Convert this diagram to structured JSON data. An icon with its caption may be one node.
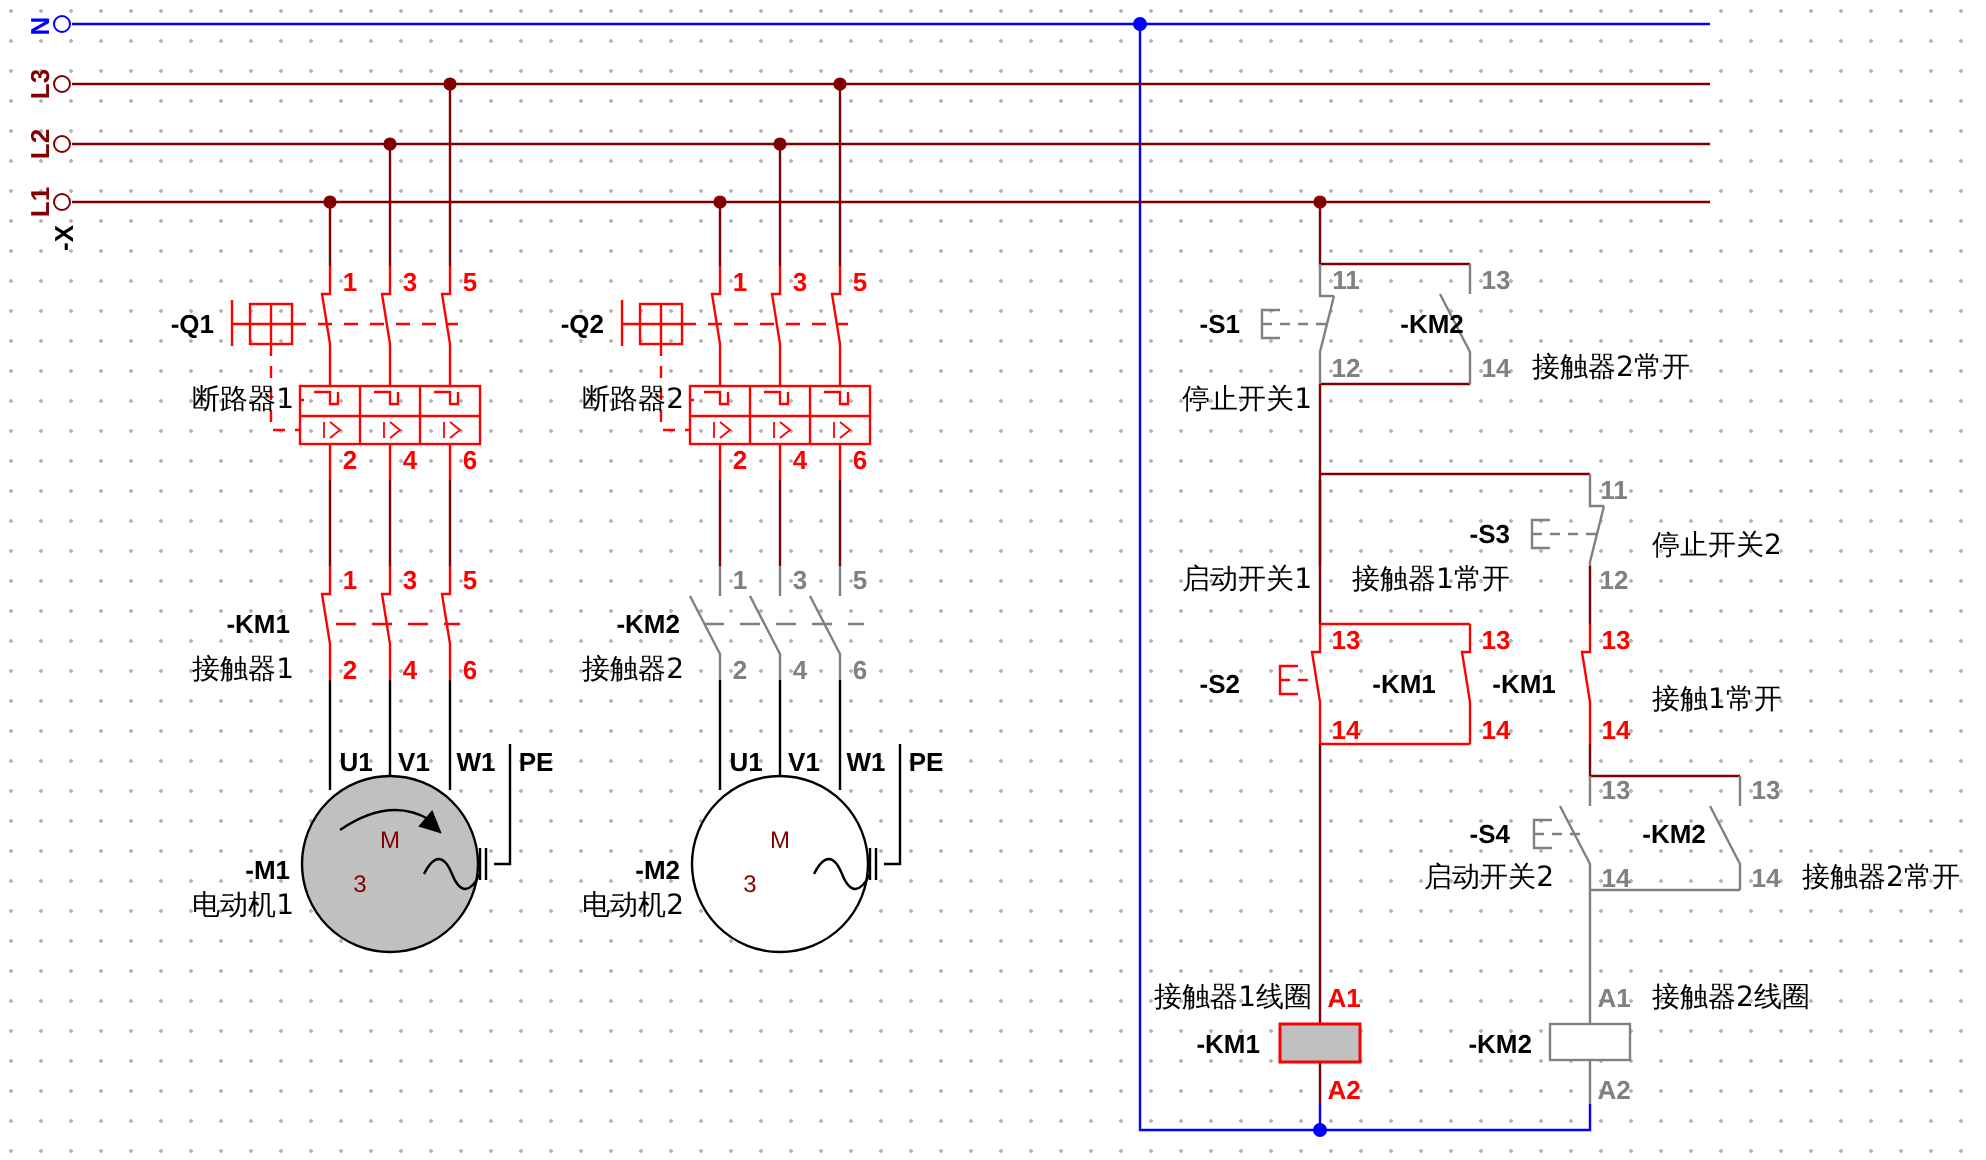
{
  "diagram": {
    "labels": [
      "N",
      "L3",
      "L2",
      "L1",
      "-X",
      "1",
      "3",
      "5",
      "-Q1",
      "断路器1",
      "2",
      "4",
      "6",
      "1",
      "3",
      "5",
      "-Q2",
      "断路器2",
      "2",
      "4",
      "6",
      "11",
      "13",
      "-S1",
      "-KM2",
      "12",
      "14",
      "接触器2常开",
      "停止开关1",
      "1",
      "3",
      "5",
      "-KM1",
      "接触器1",
      "2",
      "4",
      "6",
      "1",
      "3",
      "5",
      "-KM2",
      "接触器2",
      "2",
      "4",
      "6",
      "11",
      "-S3",
      "停止开关2",
      "12",
      "启动开关1",
      "接触器1常开",
      "13",
      "13",
      "13",
      "-S2",
      "-KM1",
      "-KM1",
      "接触1常开",
      "14",
      "14",
      "14",
      "U1",
      "V1",
      "W1",
      "PE",
      "U1",
      "V1",
      "W1",
      "PE",
      "13",
      "13",
      "M",
      "3",
      "M",
      "3",
      "-S4",
      "-KM2",
      "-M1",
      "-M2",
      "启动开关2",
      "14",
      "14",
      "接触器2常开",
      "电动机1",
      "电动机2",
      "接触器1线圈",
      "A1",
      "A1",
      "接触器2线圈",
      "-KM1",
      "-KM2",
      "A2",
      "A2"
    ]
  }
}
